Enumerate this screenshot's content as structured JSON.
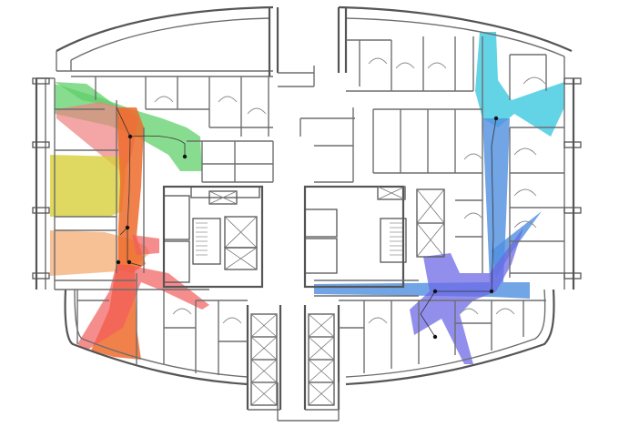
{
  "diagram": {
    "kind": "floor-plan-visibility-map",
    "background": "#ffffff",
    "wall_color": "#6e6e6e"
  },
  "viewsheds": [
    {
      "id": "green",
      "color": "#5fd06a",
      "opacity": 0.75
    },
    {
      "id": "pink",
      "color": "#f08080",
      "opacity": 0.7
    },
    {
      "id": "yellow",
      "color": "#d8cf3a",
      "opacity": 0.8
    },
    {
      "id": "peach",
      "color": "#f6b07a",
      "opacity": 0.8
    },
    {
      "id": "orange",
      "color": "#ef6b2c",
      "opacity": 0.85
    },
    {
      "id": "red",
      "color": "#f25d5d",
      "opacity": 0.7
    },
    {
      "id": "cyan",
      "color": "#3cc9de",
      "opacity": 0.8
    },
    {
      "id": "blue",
      "color": "#4f8fe0",
      "opacity": 0.8
    },
    {
      "id": "purple",
      "color": "#6e6ae6",
      "opacity": 0.75
    }
  ]
}
